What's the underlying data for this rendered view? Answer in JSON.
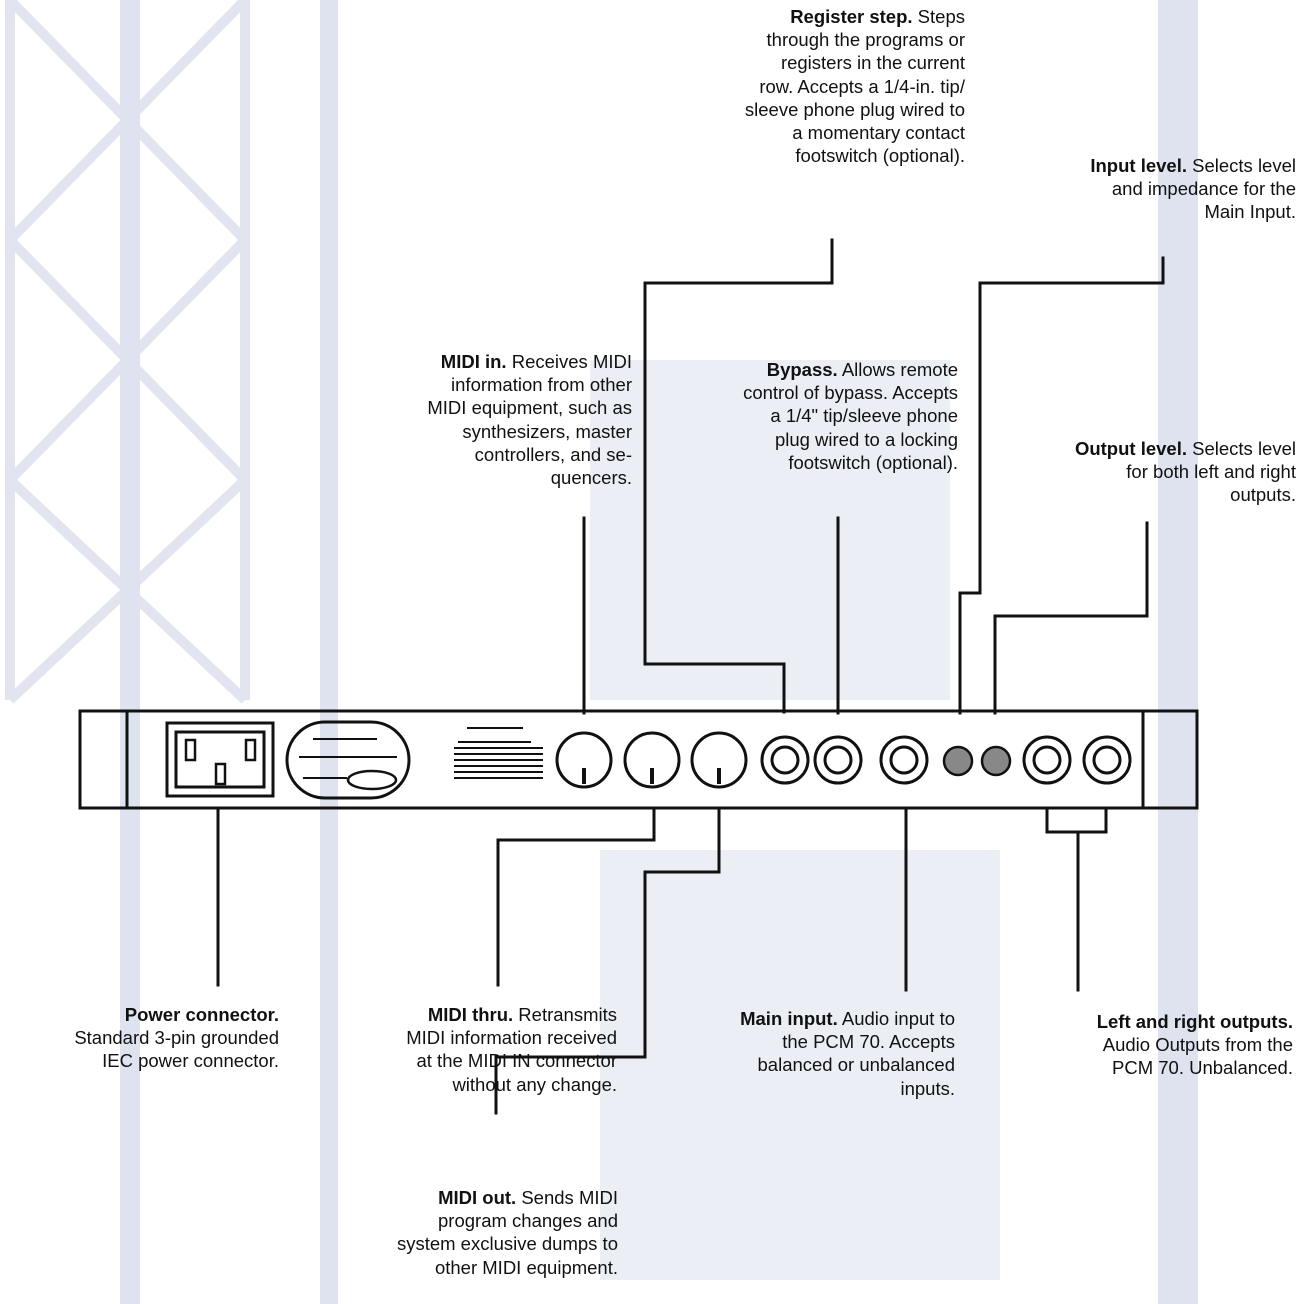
{
  "colors": {
    "line": "#111111",
    "background": "#ffffff",
    "watermark": "#dfe3ef",
    "fill_knob": "#888888"
  },
  "callouts": {
    "register_step": {
      "title": "Register step.",
      "lines": [
        " Steps",
        "through the programs or",
        "registers in the current",
        "row. Accepts a 1/4-in. tip/",
        "sleeve phone plug wired to",
        "a momentary contact",
        "footswitch (optional)."
      ]
    },
    "input_level": {
      "title": "Input level.",
      "lines": [
        " Selects level",
        "and impedance for the",
        "Main Input."
      ]
    },
    "midi_in": {
      "title": "MIDI in.",
      "lines": [
        " Receives MIDI",
        "information from other",
        "MIDI equipment, such as",
        "synthesizers, master",
        "controllers, and se-",
        "quencers."
      ]
    },
    "bypass": {
      "title": "Bypass.",
      "lines": [
        " Allows remote",
        "control of bypass. Accepts",
        "a 1/4\" tip/sleeve phone",
        "plug wired to a locking",
        "footswitch (optional)."
      ]
    },
    "output_level": {
      "title": "Output level.",
      "lines": [
        " Selects level",
        "for both left and right",
        "outputs."
      ]
    },
    "power_connector": {
      "title": "Power connector.",
      "lines": [
        "",
        "Standard 3-pin grounded",
        "IEC power connector."
      ]
    },
    "midi_thru": {
      "title": "MIDI thru.",
      "lines": [
        " Retransmits",
        "MIDI information received",
        "at the MIDI IN connector",
        "without any change."
      ]
    },
    "main_input": {
      "title": "Main input.",
      "lines": [
        " Audio input to",
        "the PCM 70. Accepts",
        "balanced or unbalanced",
        "inputs."
      ]
    },
    "left_right_outputs": {
      "title": "Left and right outputs.",
      "lines": [
        "",
        "Audio Outputs from the",
        "PCM 70. Unbalanced."
      ]
    },
    "midi_out": {
      "title": "MIDI out.",
      "lines": [
        " Sends MIDI",
        "program changes and",
        "system exclusive dumps to",
        "other MIDI equipment."
      ]
    }
  }
}
